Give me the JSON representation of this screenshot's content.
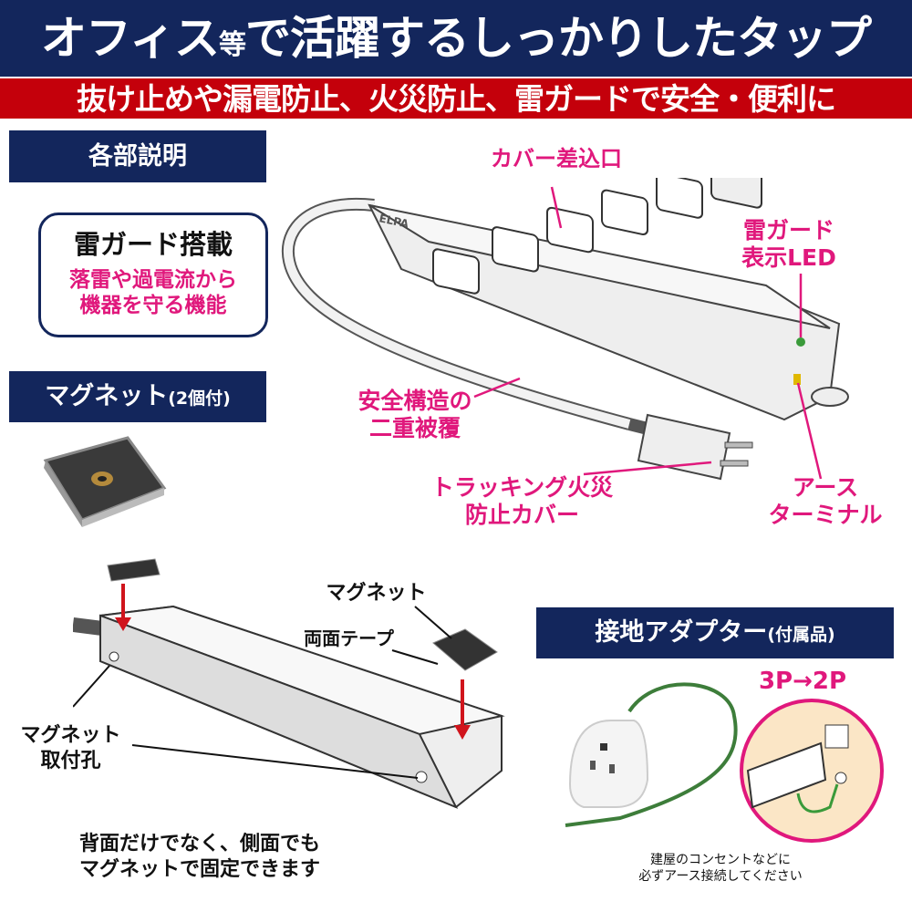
{
  "header": {
    "title_a": "オフィス",
    "title_small": "等",
    "title_b": "で活躍するしっかりしたタップ"
  },
  "subtitle": "抜け止めや漏電防止、火災防止、雷ガードで安全・便利に",
  "parts_section": {
    "title": "各部説明"
  },
  "lightning_box": {
    "title": "雷ガード搭載",
    "desc_1": "落雷や過電流から",
    "desc_2": "機器を守る機能"
  },
  "magnet_section": {
    "title": "マグネット",
    "title_note": "(2個付)"
  },
  "strip_labels": {
    "cover_outlet": "カバー差込口",
    "led_1": "雷ガード",
    "led_2": "表示LED",
    "cable_1": "安全構造の",
    "cable_2": "二重被覆",
    "tracking_1": "トラッキング火災",
    "tracking_2": "防止カバー",
    "earth_1": "アース",
    "earth_2": "ターミナル",
    "brand": "ELPA"
  },
  "mount_labels": {
    "magnet": "マグネット",
    "tape": "両面テープ",
    "hole_1": "マグネット",
    "hole_2": "取付孔",
    "note_1": "背面だけでなく、側面でも",
    "note_2": "マグネットで固定できます"
  },
  "adapter_section": {
    "title": "接地アダプター",
    "title_note": "(付属品)",
    "conversion": "3P→2P",
    "note_1": "建屋のコンセントなどに",
    "note_2": "必ずアース接続してください"
  },
  "colors": {
    "navy": "#13265c",
    "red": "#c4000b",
    "pink": "#e0187c"
  }
}
